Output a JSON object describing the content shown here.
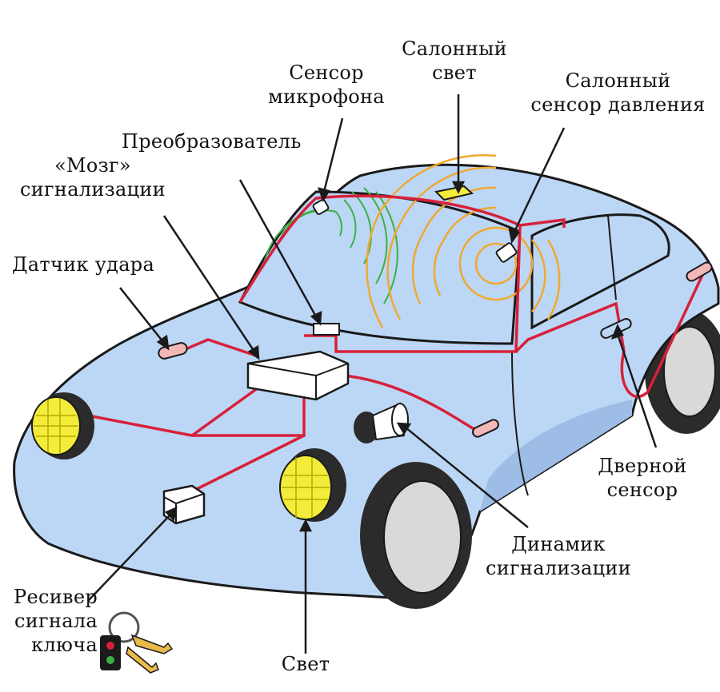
{
  "labels": {
    "cabin_light": {
      "line1": "Салонный",
      "line2": "свет"
    },
    "mic_sensor": {
      "line1": "Сенсор",
      "line2": "микрофона"
    },
    "pressure_sensor": {
      "line1": "Салонный",
      "line2": "сенсор давления"
    },
    "converter": {
      "line1": "Преобразователь"
    },
    "alarm_brain": {
      "line1": "«Мозг»",
      "line2": "сигнализации"
    },
    "shock_sensor": {
      "line1": "Датчик удара"
    },
    "door_sensor": {
      "line1": "Дверной",
      "line2": "сенсор"
    },
    "alarm_speaker": {
      "line1": "Динамик",
      "line2": "сигнализации"
    },
    "key_receiver": {
      "line1": "Ресивер",
      "line2": "сигнала",
      "line3": "ключа"
    },
    "light": {
      "line1": "Свет"
    }
  },
  "colors": {
    "body": "#bcd7f5",
    "outline": "#1a1a1a",
    "wire": "#d8203a",
    "headlight": "#f4ec3a",
    "mic_waves": "#3cb043",
    "pressure_waves": "#f0a830",
    "tire": "#2b2b2b",
    "rim": "#d9d9d9"
  },
  "icons": {
    "keys": "car-key-fob-icon"
  }
}
